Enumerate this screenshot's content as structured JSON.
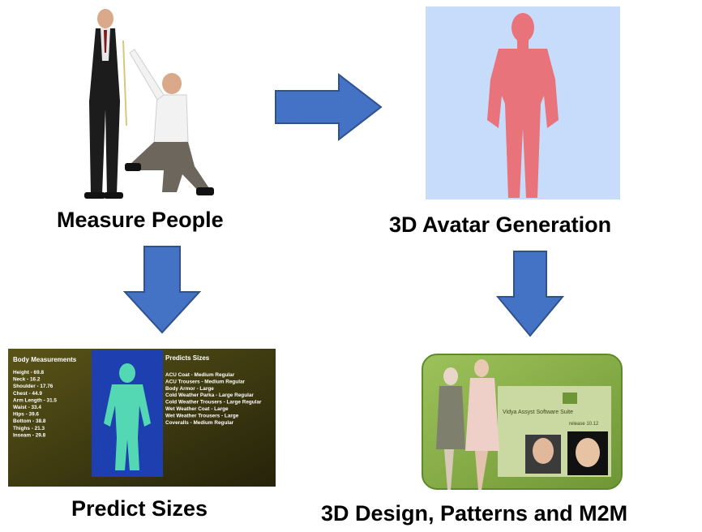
{
  "labels": {
    "measure": "Measure People",
    "avatar": "3D Avatar Generation",
    "predict": "Predict Sizes",
    "design": "3D Design, Patterns and M2M"
  },
  "predict_panel": {
    "left_title": "Body Measurements",
    "measurements": [
      "Height - 69.8",
      "Neck - 16.2",
      "Shoulder - 17.76",
      "Chest - 44.9",
      "Arm Length - 31.5",
      "Waist - 33.4",
      "Hips - 39.6",
      "Bottom - 38.8",
      "Thighs - 21.3",
      "Inseam - 29.8"
    ],
    "right_title": "Predicts Sizes",
    "sizes": [
      "ACU Coat - Medium Regular",
      "ACU Trousers - Medium Regular",
      "Body Armor - Large",
      "Cold Weather Parka - Large Regular",
      "Cold Weather Trousers - Large Regular",
      "Wet Weather Coat - Large",
      "Wet Weather Trousers - Large",
      "Coveralls - Medium Regular"
    ]
  },
  "design_panel": {
    "software_title": "Vidya Assyst Software Suite",
    "release": "release 10.12"
  },
  "colors": {
    "arrow_fill": "#4472c4",
    "arrow_stroke": "#2f528f",
    "avatar_bg": "#c7dcfb",
    "avatar_figure": "#e8737a",
    "predict_bg": "#3d3a0e",
    "design_bg": "#8bb04a"
  }
}
